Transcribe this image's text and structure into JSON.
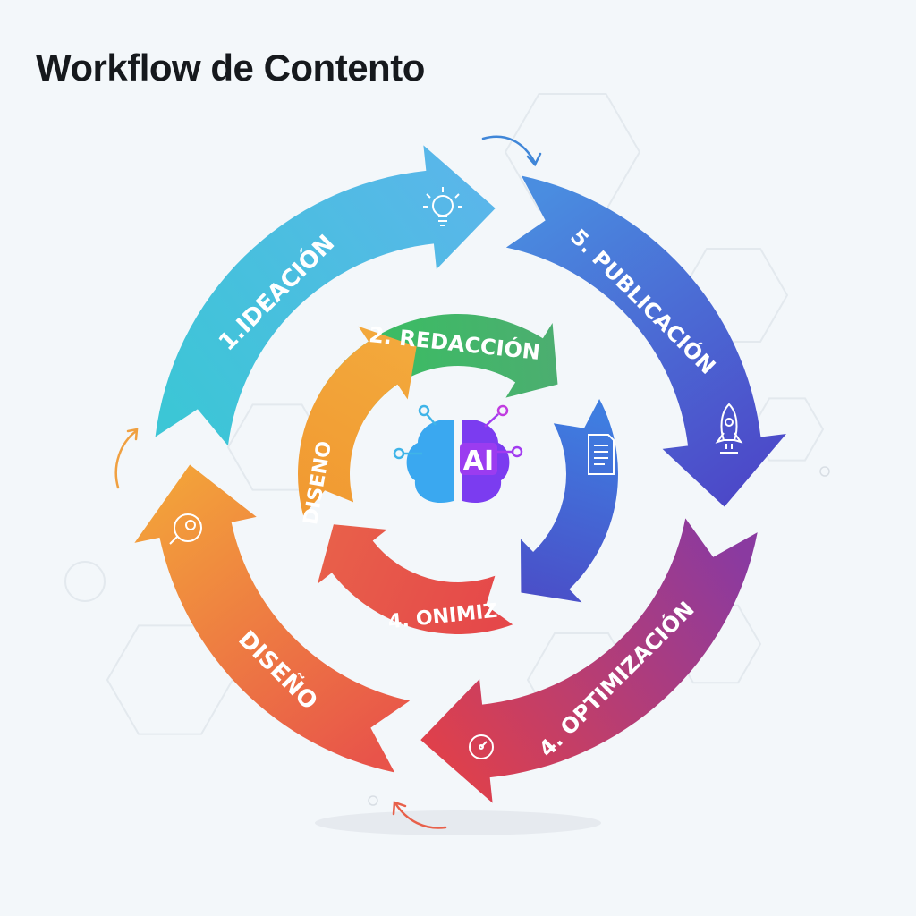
{
  "title": "Workflow de Contento",
  "outer_ring": [
    {
      "label": "1.IDEACIÓN",
      "icon": "lightbulb-icon",
      "colors": [
        "#3cc6d6",
        "#5ab6ea"
      ]
    },
    {
      "label": "5. PUBLICACIÓN",
      "icon": "rocket-icon",
      "colors": [
        "#4a8de0",
        "#4c48c8"
      ]
    },
    {
      "label": "4. OPTIMIZACIÓN",
      "icon": "gauge-icon",
      "colors": [
        "#8a3aa0",
        "#e0404a"
      ]
    },
    {
      "label": "DISEÑO",
      "icon": "brain-gear-icon",
      "colors": [
        "#e8544a",
        "#f3a23a"
      ]
    }
  ],
  "inner_ring": [
    {
      "label": "2. REDACCIÓN",
      "icon": "",
      "colors": [
        "#36c060",
        "#4cae70"
      ]
    },
    {
      "label": "",
      "icon": "document-icon",
      "colors": [
        "#3f7de0",
        "#4a4fc8"
      ]
    },
    {
      "label": "4. ONIMIZ",
      "icon": "",
      "colors": [
        "#e5484a",
        "#e8604a"
      ]
    },
    {
      "label": "DISENO",
      "icon": "",
      "colors": [
        "#f19a32",
        "#f3a93c"
      ]
    }
  ],
  "center": {
    "label": "AI",
    "icon": "ai-brain-icon"
  }
}
